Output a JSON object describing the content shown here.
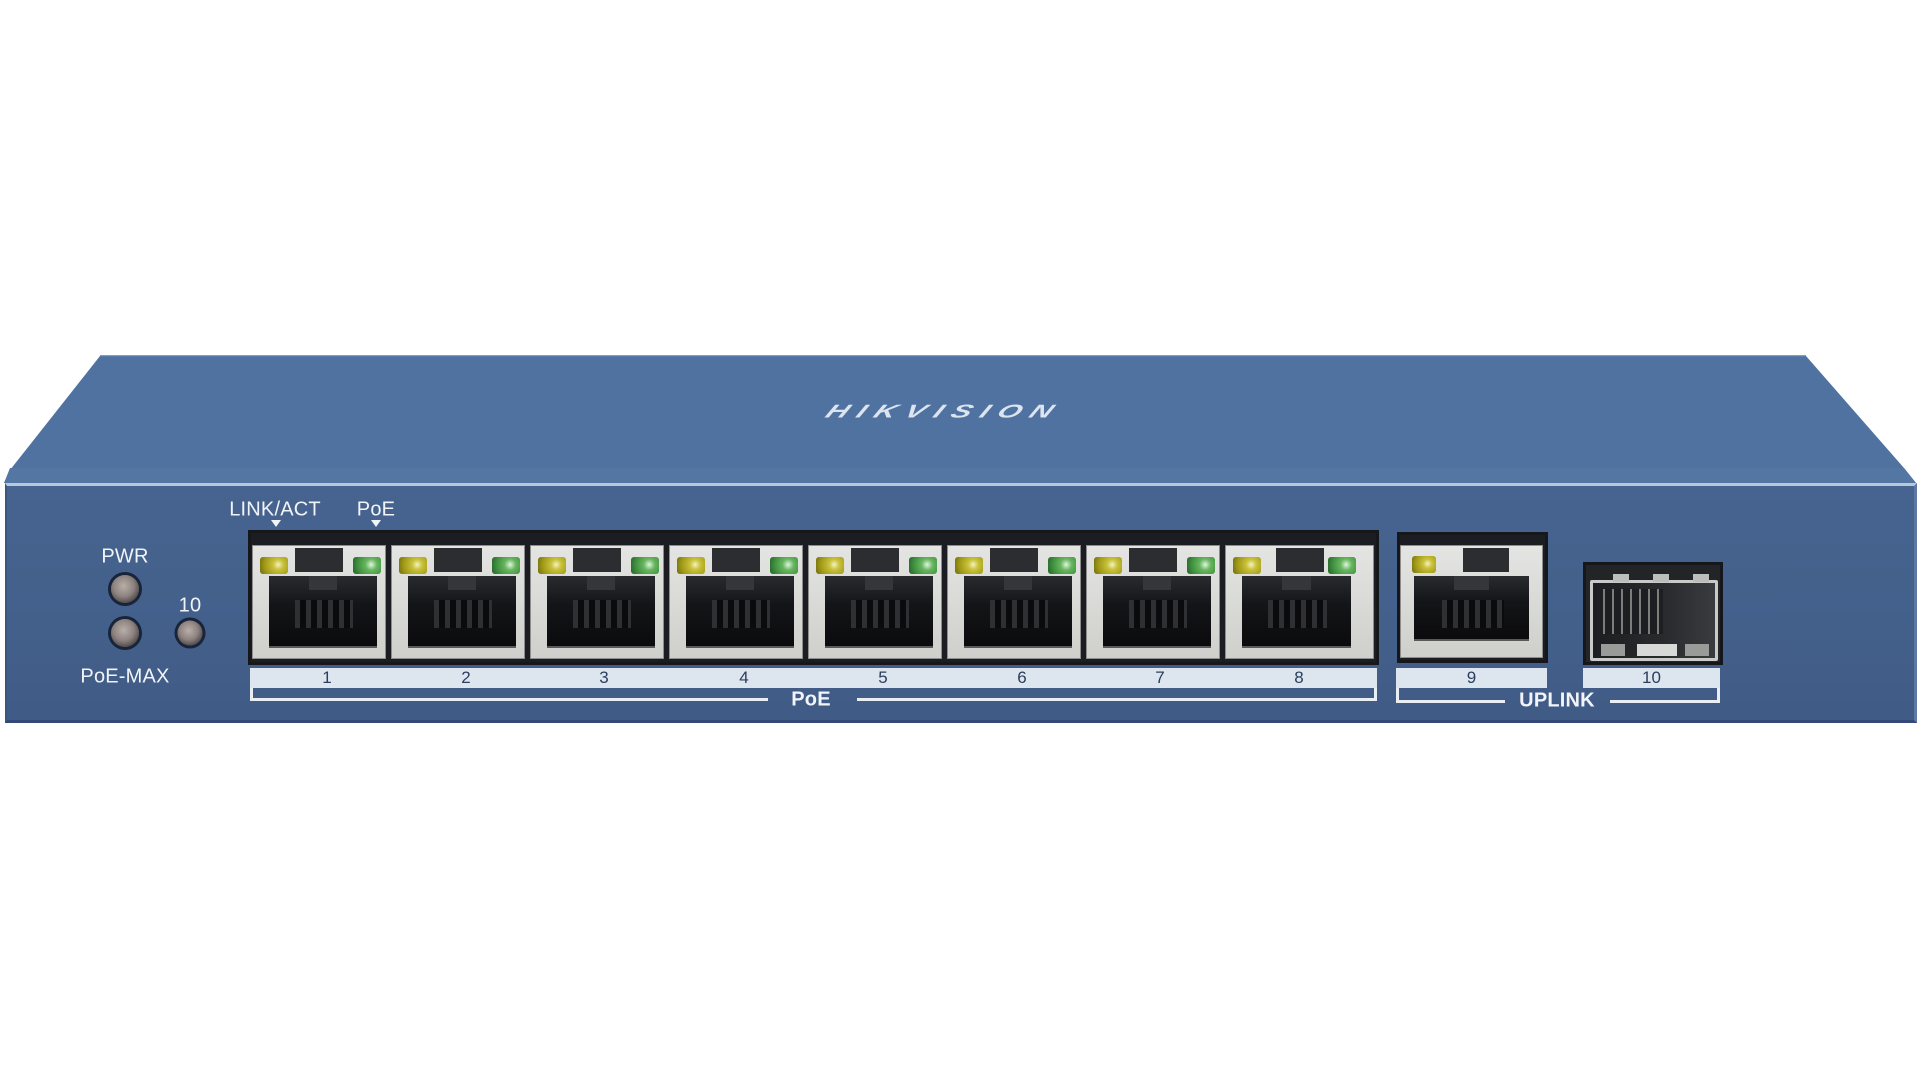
{
  "device": {
    "brand_logo": "HIKVISION",
    "body_color": "#4f72a0",
    "front_color": "#44608b",
    "led_colors": {
      "link_act": "#b5ad24",
      "poe": "#4f9e4c",
      "status_off": "#8e8380"
    }
  },
  "status_panel": {
    "pwr_label": "PWR",
    "poe_max_label": "PoE-MAX",
    "port10_led_label": "10",
    "led_legend": {
      "link_act": "LINK/ACT",
      "poe": "PoE"
    }
  },
  "ports": {
    "poe_group_label": "PoE",
    "uplink_group_label": "UPLINK",
    "poe_ports": [
      {
        "number": "1"
      },
      {
        "number": "2"
      },
      {
        "number": "3"
      },
      {
        "number": "4"
      },
      {
        "number": "5"
      },
      {
        "number": "6"
      },
      {
        "number": "7"
      },
      {
        "number": "8"
      }
    ],
    "uplink_rj45": {
      "number": "9"
    },
    "uplink_sfp": {
      "number": "10"
    }
  }
}
